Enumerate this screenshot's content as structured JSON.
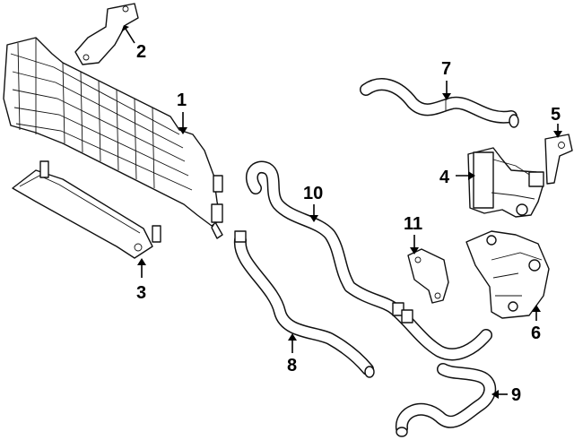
{
  "callouts": [
    {
      "id": "1",
      "text": "1"
    },
    {
      "id": "2",
      "text": "2"
    },
    {
      "id": "3",
      "text": "3"
    },
    {
      "id": "4",
      "text": "4"
    },
    {
      "id": "5",
      "text": "5"
    },
    {
      "id": "6",
      "text": "6"
    },
    {
      "id": "7",
      "text": "7"
    },
    {
      "id": "8",
      "text": "8"
    },
    {
      "id": "9",
      "text": "9"
    },
    {
      "id": "10",
      "text": "10"
    },
    {
      "id": "11",
      "text": "11"
    }
  ],
  "colors": {
    "line": "#111111",
    "background": "#ffffff"
  }
}
